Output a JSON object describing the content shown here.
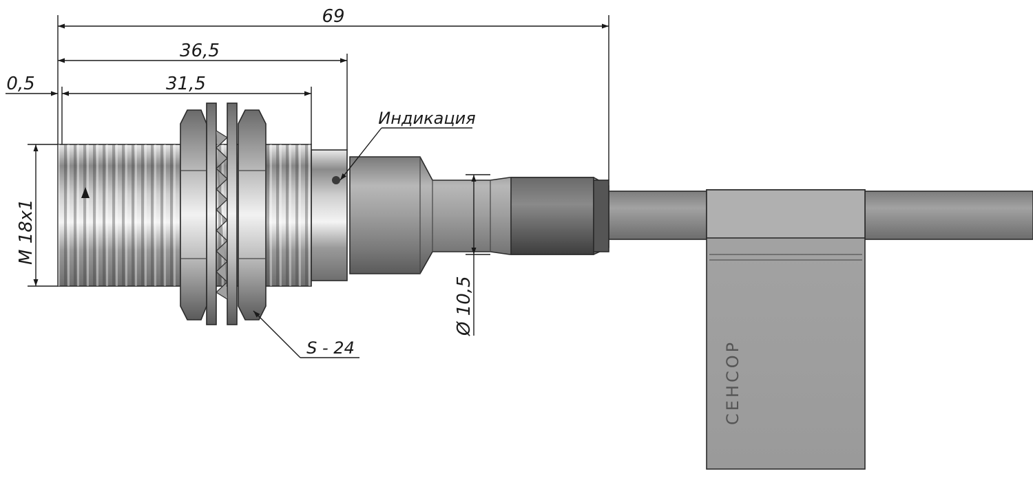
{
  "dimensions": {
    "total_length": "69",
    "body_length": "36,5",
    "thread_length": "31,5",
    "face_offset": "0,5",
    "thread_size": "M 18x1",
    "cable_diameter": "Ø 10,5",
    "wrench_size": "S - 24"
  },
  "callouts": {
    "indication": "Индикация"
  },
  "label": {
    "brand": "СЕНСОР"
  },
  "colors": {
    "metal_light": "#d9d9d9",
    "metal_mid": "#a6a6a6",
    "metal_dark": "#5e5e5e",
    "cable": "#8c8c8c",
    "line": "#1a1a1a"
  }
}
